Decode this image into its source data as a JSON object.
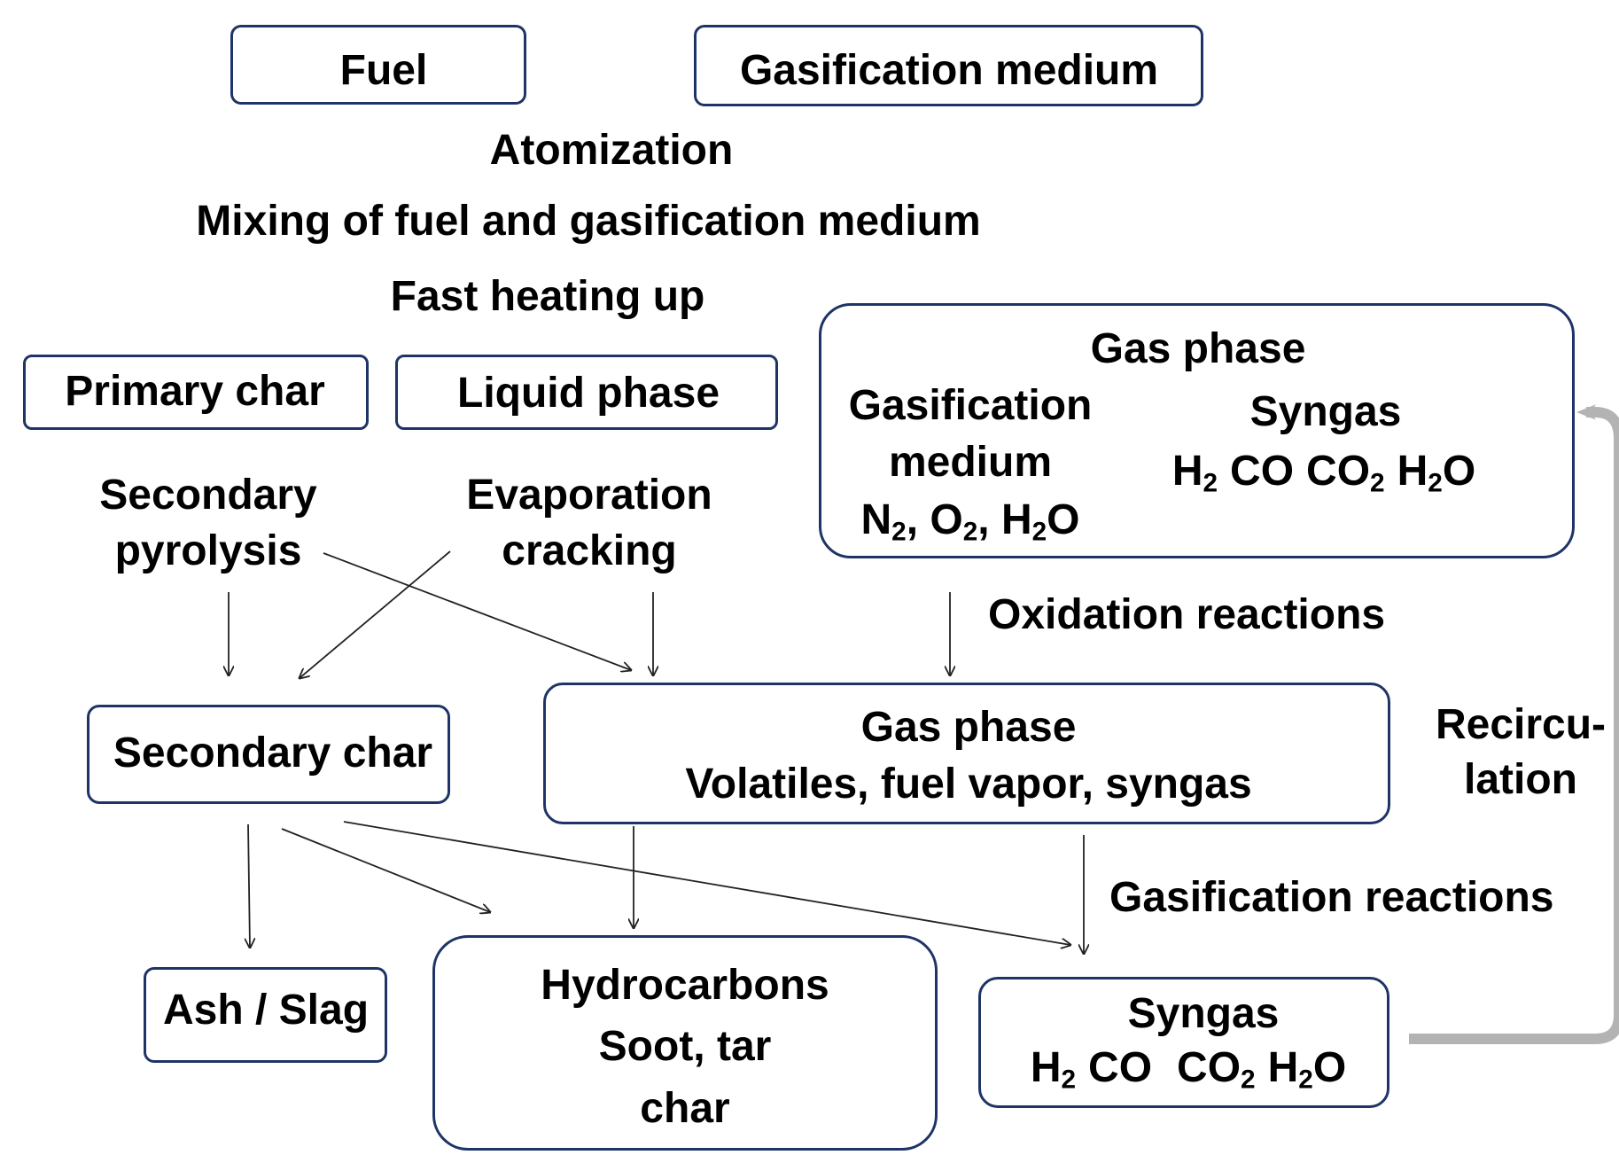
{
  "colors": {
    "box_border": "#1f3466",
    "arrow": "#222222",
    "recirculation_arrow": "#b3b3b3",
    "text": "#000000"
  },
  "boxes": {
    "fuel": "Fuel",
    "gasification_medium": "Gasification medium",
    "primary_char": "Primary char",
    "liquid_phase": "Liquid phase",
    "gas_phase_top": {
      "title": "Gas phase",
      "medium_title_1": "Gasification",
      "medium_title_2": "medium",
      "medium_n": "N",
      "medium_n_sub": "2",
      "medium_o": ", O",
      "medium_o_sub": "2",
      "medium_h": ", H",
      "medium_h_sub": "2",
      "medium_tail": "O",
      "syngas_title": "Syngas",
      "h": "H",
      "h_sub": "2",
      "co": "CO",
      "co2": "CO",
      "co2_sub": "2",
      "h2o": "H",
      "h2o_sub": "2",
      "h2o_tail": "O"
    },
    "secondary_char": "Secondary char",
    "gas_phase_mid": {
      "title": "Gas phase",
      "subtitle": "Volatiles, fuel vapor, syngas"
    },
    "ash_slag": "Ash / Slag",
    "hydrocarbons": {
      "line1": "Hydrocarbons",
      "line2": "Soot, tar",
      "line3": "char"
    },
    "syngas_bottom": {
      "title": "Syngas",
      "h": "H",
      "h_sub": "2",
      "co": "CO",
      "co2": "CO",
      "co2_sub": "2",
      "h2o": "H",
      "h2o_sub": "2",
      "h2o_tail": "O"
    }
  },
  "labels": {
    "atomization": "Atomization",
    "mixing": "Mixing of fuel and gasification medium",
    "fast_heating": "Fast heating up",
    "secondary_pyrolysis_1": "Secondary",
    "secondary_pyrolysis_2": "pyrolysis",
    "evaporation_1": "Evaporation",
    "evaporation_2": "cracking",
    "oxidation": "Oxidation reactions",
    "recirculation_1": "Recircu-",
    "recirculation_2": "lation",
    "gasification_reactions": "Gasification reactions"
  }
}
